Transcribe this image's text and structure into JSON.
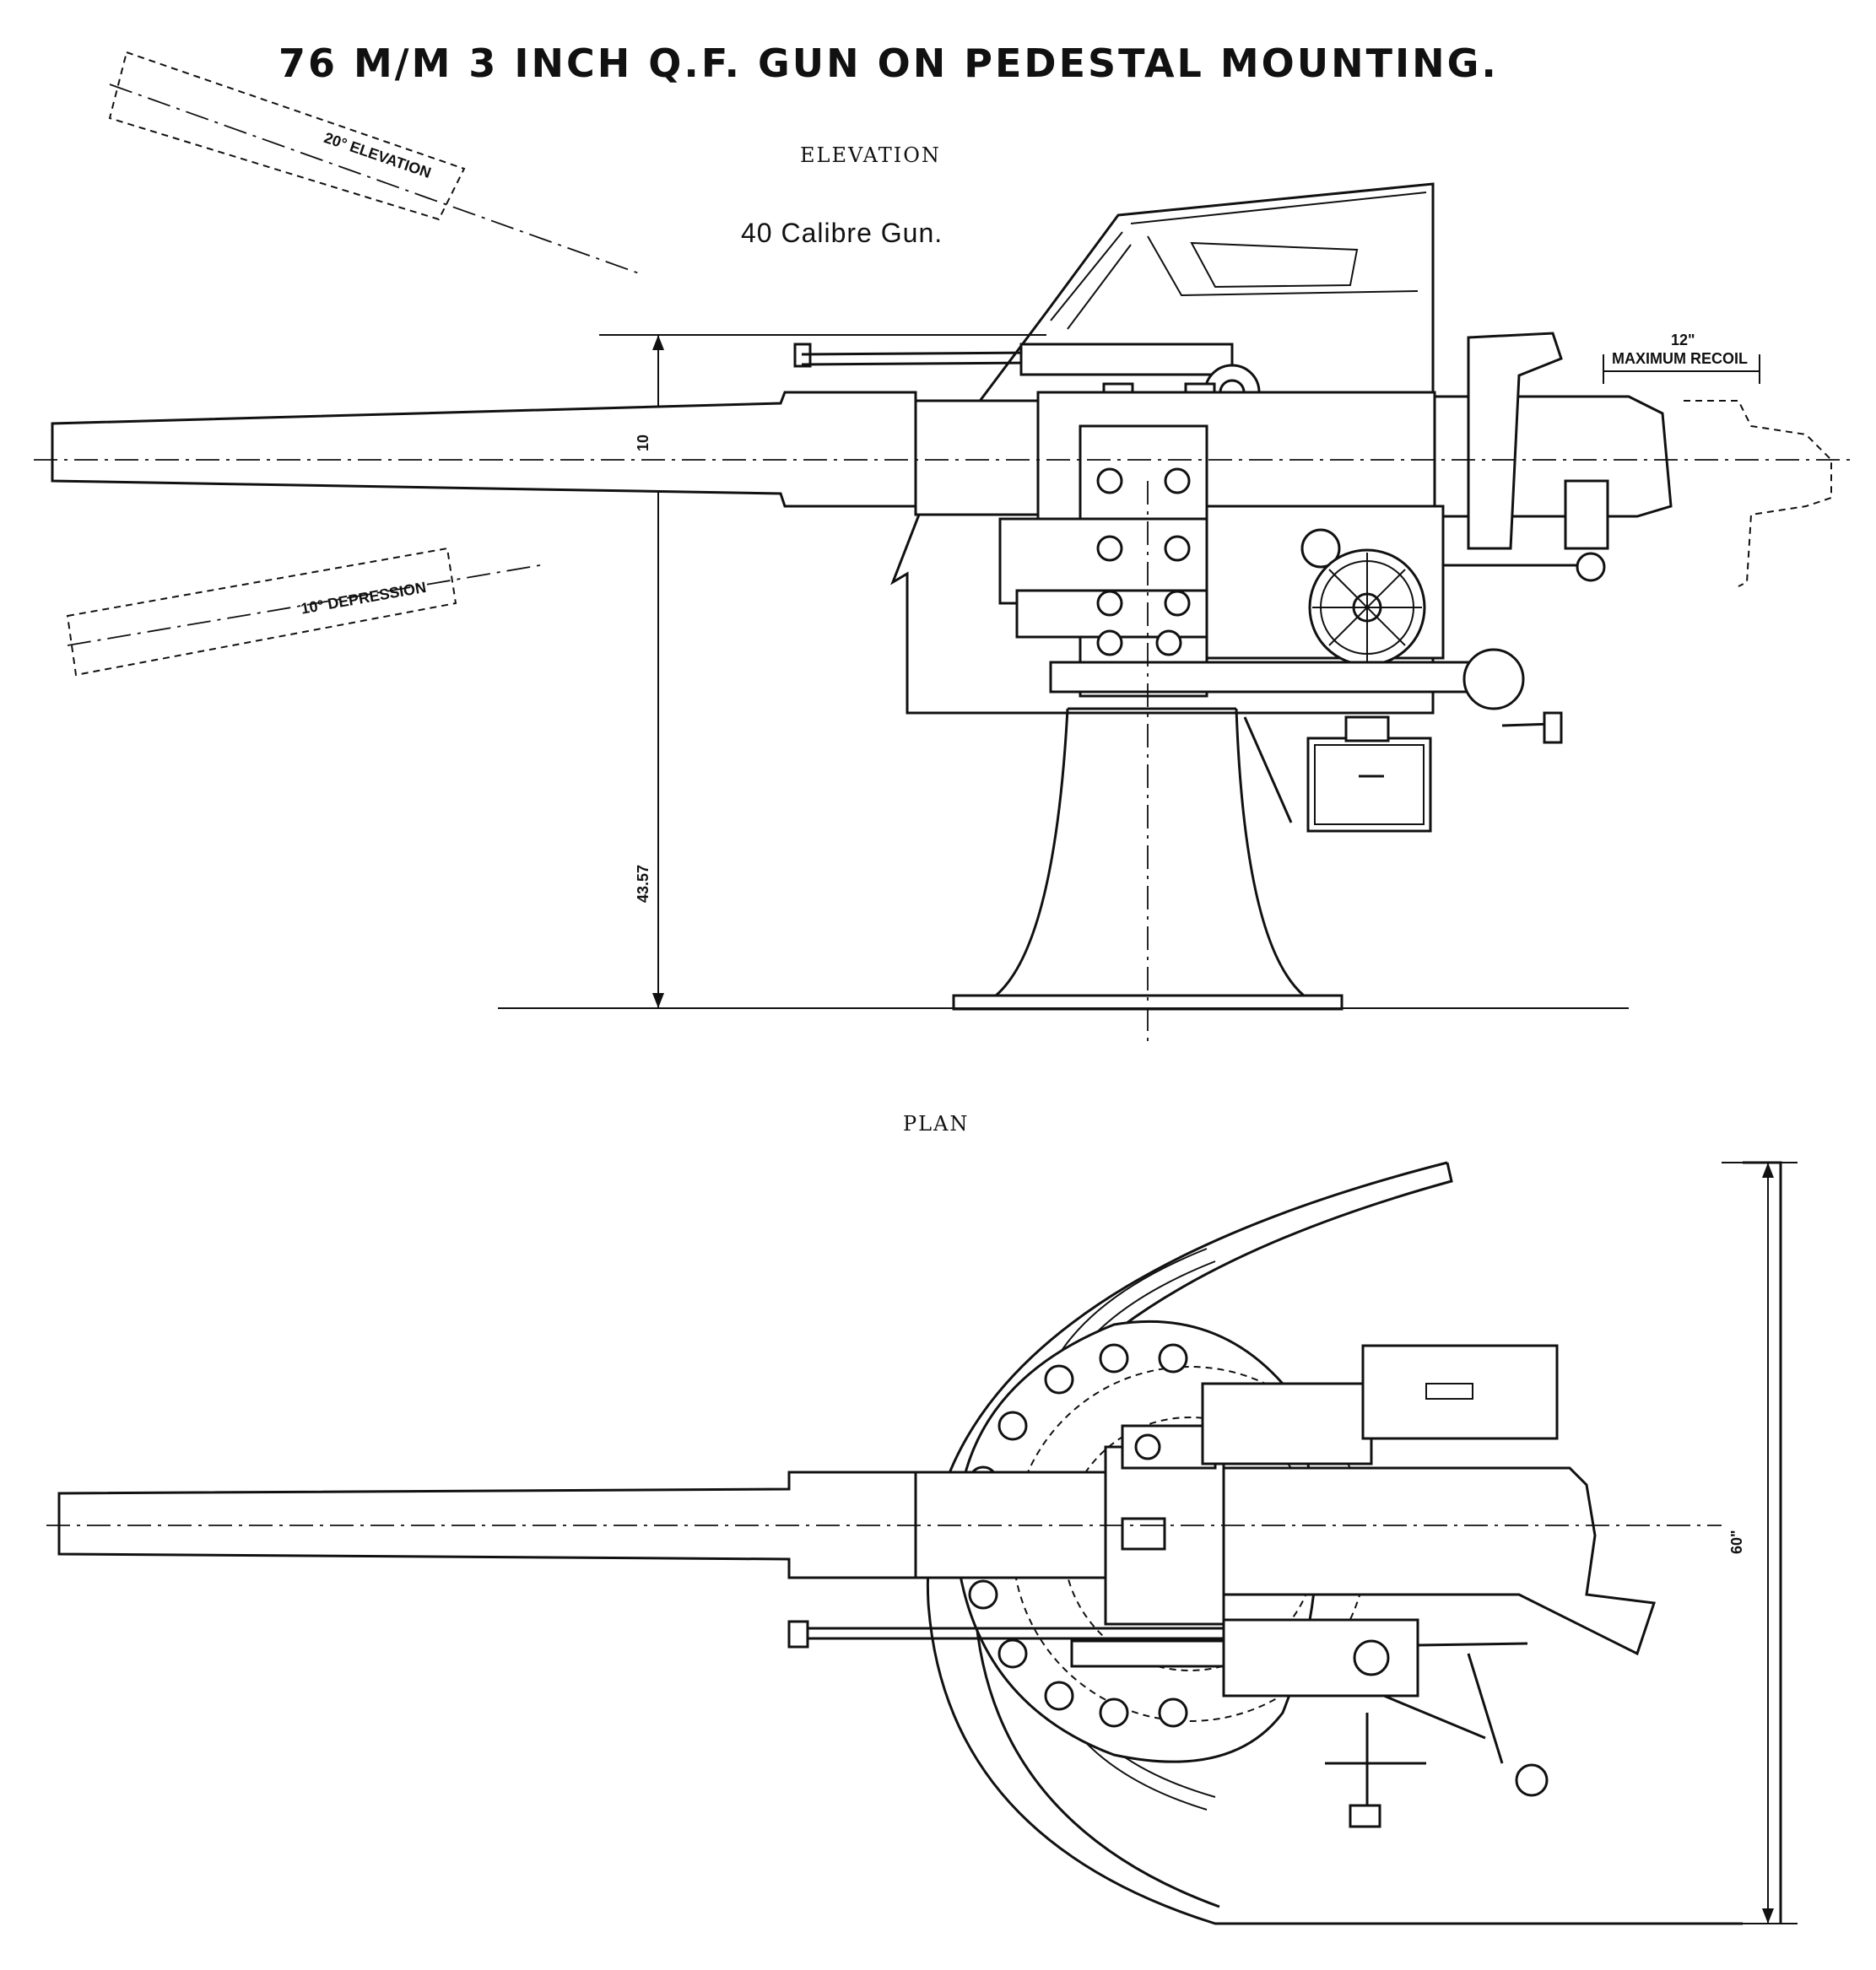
{
  "title": "76 M/M 3 INCH Q.F. GUN ON PEDESTAL MOUNTING.",
  "elevation": {
    "view_label": "ELEVATION",
    "gun_label": "40 Calibre Gun.",
    "elevation_angle": "20° ELEVATION",
    "depression_angle": "10° DEPRESSION",
    "recoil_dimension": "12\"",
    "recoil_label": "MAXIMUM RECOIL",
    "axis_height_dim": "10",
    "pedestal_height_dim": "43.57"
  },
  "plan": {
    "view_label": "PLAN",
    "width_dim": "60\""
  }
}
